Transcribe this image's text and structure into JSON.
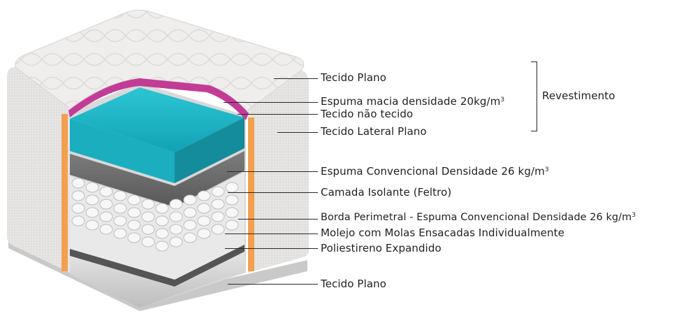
{
  "labels": {
    "tecido_plano_top": "Tecido Plano",
    "espuma_macia": "Espuma macia densidade 20kg/m",
    "espuma_macia_sup": "3",
    "tecido_nao_tecido": "Tecido não tecido",
    "tecido_lateral": "Tecido Lateral Plano",
    "revestimento": "Revestimento",
    "espuma_convencional": "Espuma Convencional Densidade 26 kg/m",
    "espuma_convencional_sup": "3",
    "camada_isolante": "Camada Isolante (Feltro)",
    "borda_perimetral": "Borda Perimetral - Espuma Convencional Densidade 26 kg/m",
    "borda_perimetral_sup": "3",
    "molejo": "Molejo com Molas Ensacadas Individualmente",
    "poliestireno": "Poliestireno Expandido",
    "tecido_plano_bottom": "Tecido Plano"
  },
  "colors": {
    "fabric": "#ecebe9",
    "fabric_shadow": "#cfcfcf",
    "pink_foam": "#c23c96",
    "teal_foam": "#1fb3c4",
    "teal_dark": "#168b9a",
    "felt": "#6f6f6f",
    "orange_edge": "#f2a04f",
    "springs": "#f4f4f4",
    "line": "#2a2a2a"
  }
}
